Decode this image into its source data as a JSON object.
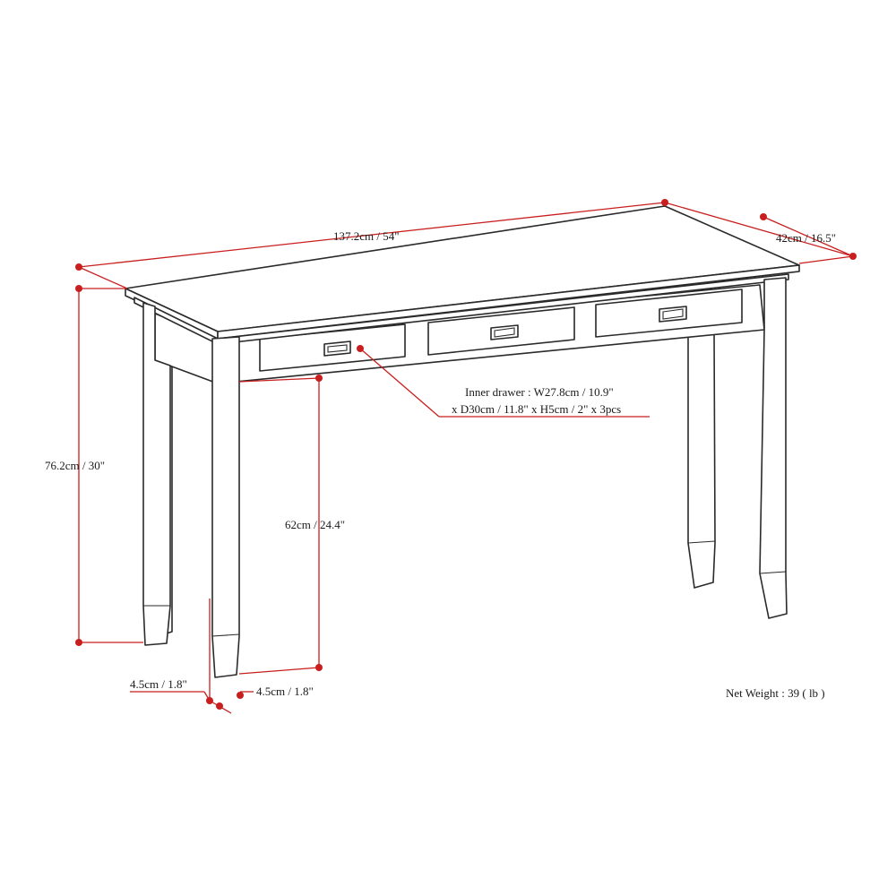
{
  "dimensions": {
    "length": "137.2cm / 54\"",
    "depth": "42cm / 16.5\"",
    "height": "76.2cm / 30\"",
    "clearance": "62cm / 24.4\"",
    "leg_width_left": "4.5cm / 1.8\"",
    "leg_width_right": "4.5cm / 1.8\"",
    "drawer_line1": "Inner drawer : W27.8cm / 10.9\"",
    "drawer_line2": "x D30cm / 11.8\" x H5cm / 2\" x 3pcs"
  },
  "net_weight": "Net Weight : 39 ( lb )",
  "colors": {
    "dimension_line": "#c81e1e",
    "outline": "#2a2a2a",
    "background": "#ffffff"
  }
}
